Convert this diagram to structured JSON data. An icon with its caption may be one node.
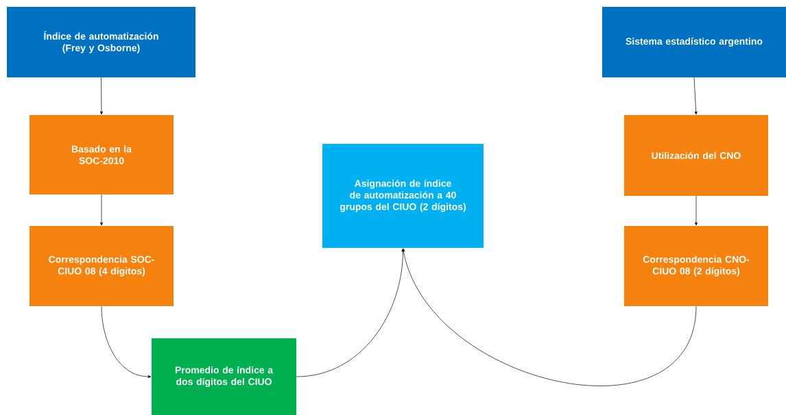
{
  "diagram": {
    "nodes": [
      {
        "text": [
          "Índice de automatización (Frey y Osborne)"
        ]
      },
      {
        "text": [
          "Sistema estadístico argentino"
        ]
      },
      {
        "text": [
          "Basado en la SOC-2010"
        ]
      },
      {
        "text": [
          "Asignación de índice de automatización a 40 grupos del CIUO (2 dígitos)"
        ]
      },
      {
        "text": [
          "Utilización del CNO"
        ]
      },
      {
        "text": [
          "Correspondencia SOC-CIUO 08 (4 dígitos)"
        ]
      },
      {
        "text": [
          "Correspondencia CNO-CIUO 08 (2 dígitos)"
        ]
      },
      {
        "text": [
          "Promedio de índice a dos dígitos del CIUO"
        ]
      }
    ],
    "edges": [
      {
        "from": 0,
        "to": 2,
        "arrow": "to"
      },
      {
        "from": 2,
        "to": 5,
        "arrow": "to"
      },
      {
        "from": 5,
        "to": 7,
        "arrow": "to"
      },
      {
        "from": 7,
        "to": 3,
        "arrow": "to"
      },
      {
        "from": 1,
        "to": 4,
        "arrow": "to"
      },
      {
        "from": 4,
        "to": 6,
        "arrow": "to"
      },
      {
        "from": 6,
        "to": 3,
        "arrow": "to"
      }
    ]
  }
}
